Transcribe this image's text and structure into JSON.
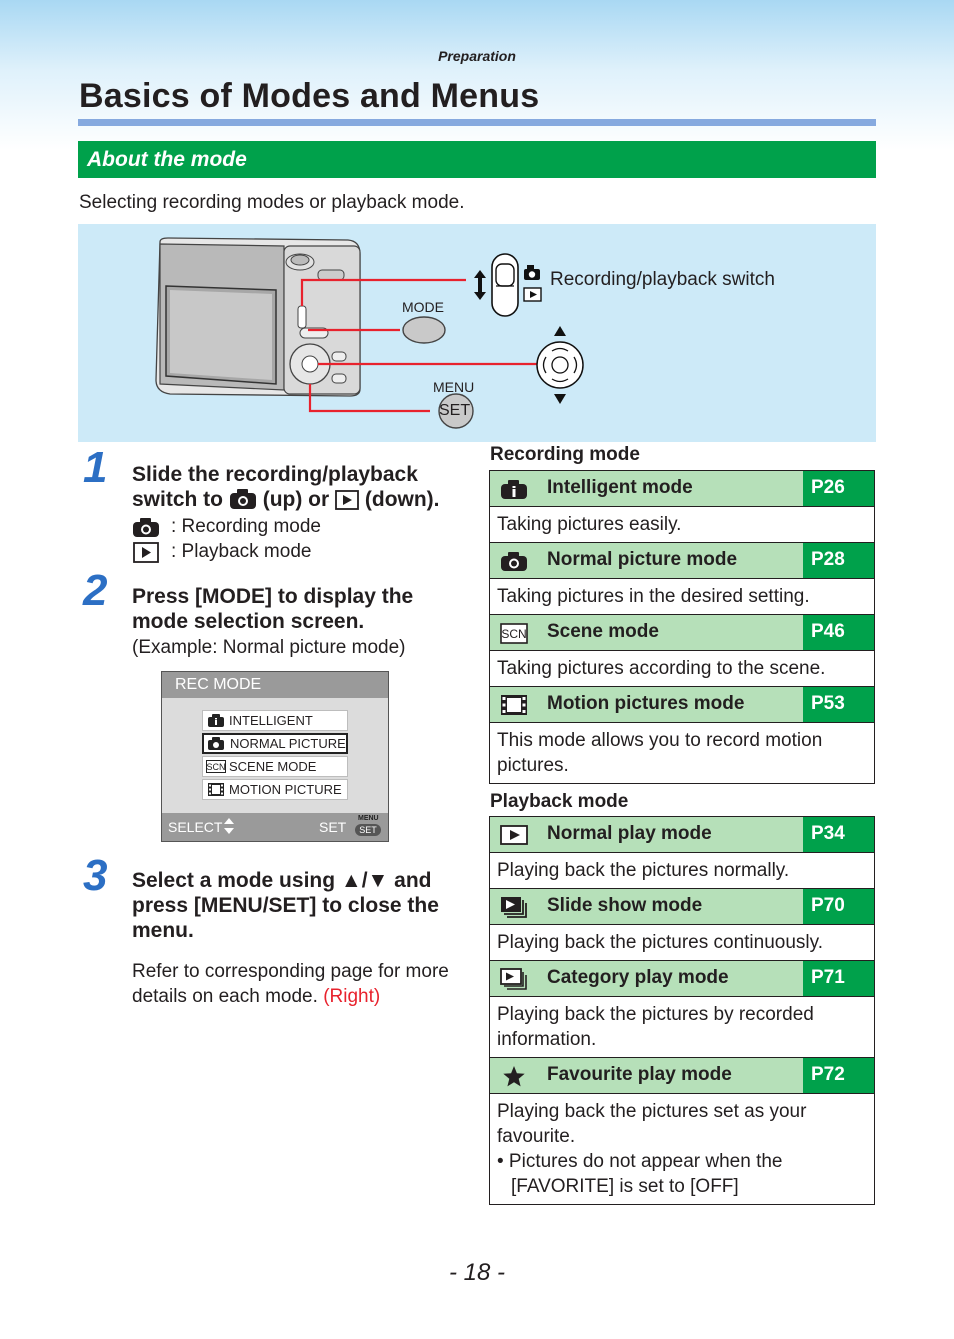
{
  "header": {
    "section": "Preparation",
    "title": "Basics of Modes and Menus"
  },
  "about_bar": "About the mode",
  "intro": "Selecting recording modes or playback mode.",
  "diagram": {
    "switch_label": "Recording/playback switch",
    "mode_label": "MODE",
    "menu_label": "MENU",
    "set_label": "SET"
  },
  "steps": [
    {
      "number": "1",
      "title_a": "Slide the recording/playback",
      "title_b": "switch to",
      "up": "(up) or",
      "down": "(down).",
      "rec_line": ": Recording mode",
      "play_line": ": Playback mode"
    },
    {
      "number": "2",
      "title_a": "Press [MODE] to display the",
      "title_b": "mode selection screen.",
      "example": "(Example: Normal picture mode)"
    },
    {
      "number": "3",
      "title_a": "Select a mode using",
      "arrows": "▲/▼",
      "title_a_end": "and",
      "title_b": "press [MENU/SET] to close the",
      "title_c": "menu.",
      "note_a": "Refer to corresponding page for more",
      "note_b": "details on each mode.",
      "note_right": "(Right)"
    }
  ],
  "rec_screen": {
    "header": "REC MODE",
    "items": [
      "INTELLIGENT",
      "NORMAL PICTURE",
      "SCENE MODE",
      "MOTION PICTURE"
    ],
    "selected_index": 1,
    "footer_select": "SELECT",
    "footer_set": "SET",
    "footer_menu": "MENU",
    "footer_set_badge": "SET"
  },
  "recording_mode": {
    "title": "Recording mode",
    "modes": [
      {
        "icon": "intelligent-auto-icon",
        "name": "Intelligent mode",
        "page": "P26",
        "desc": [
          "Taking pictures easily."
        ]
      },
      {
        "icon": "camera-icon",
        "name": "Normal picture mode",
        "page": "P28",
        "desc": [
          "Taking pictures in the desired setting."
        ]
      },
      {
        "icon": "scn-icon",
        "name": "Scene mode",
        "page": "P46",
        "desc": [
          "Taking pictures according to the scene."
        ]
      },
      {
        "icon": "film-icon",
        "name": "Motion pictures mode",
        "page": "P53",
        "desc": [
          "This mode allows you to record motion",
          "pictures."
        ]
      }
    ]
  },
  "playback_mode": {
    "title": "Playback mode",
    "modes": [
      {
        "icon": "play-icon",
        "name": "Normal play mode",
        "page": "P34",
        "desc": [
          "Playing back the pictures normally."
        ]
      },
      {
        "icon": "slideshow-icon",
        "name": "Slide show mode",
        "page": "P70",
        "desc": [
          "Playing back the pictures continuously."
        ]
      },
      {
        "icon": "category-play-icon",
        "name": "Category play mode",
        "page": "P71",
        "desc": [
          "Playing back the pictures by recorded",
          "information."
        ]
      },
      {
        "icon": "star-icon",
        "name": "Favourite play mode",
        "page": "P72",
        "desc": [
          "Playing back the pictures set as your",
          "favourite."
        ],
        "bullet": [
          "• Pictures do not appear when the",
          "[FAVORITE] is set to [OFF]"
        ]
      }
    ]
  },
  "page_number": "- 18 -",
  "colors": {
    "green": "#00a14b",
    "light_green": "#b6e0b9",
    "blue_rule": "#86a9df",
    "step_blue": "#2c6fc4",
    "diagram_bg": "#cdeaf8",
    "red": "#e8222d"
  }
}
